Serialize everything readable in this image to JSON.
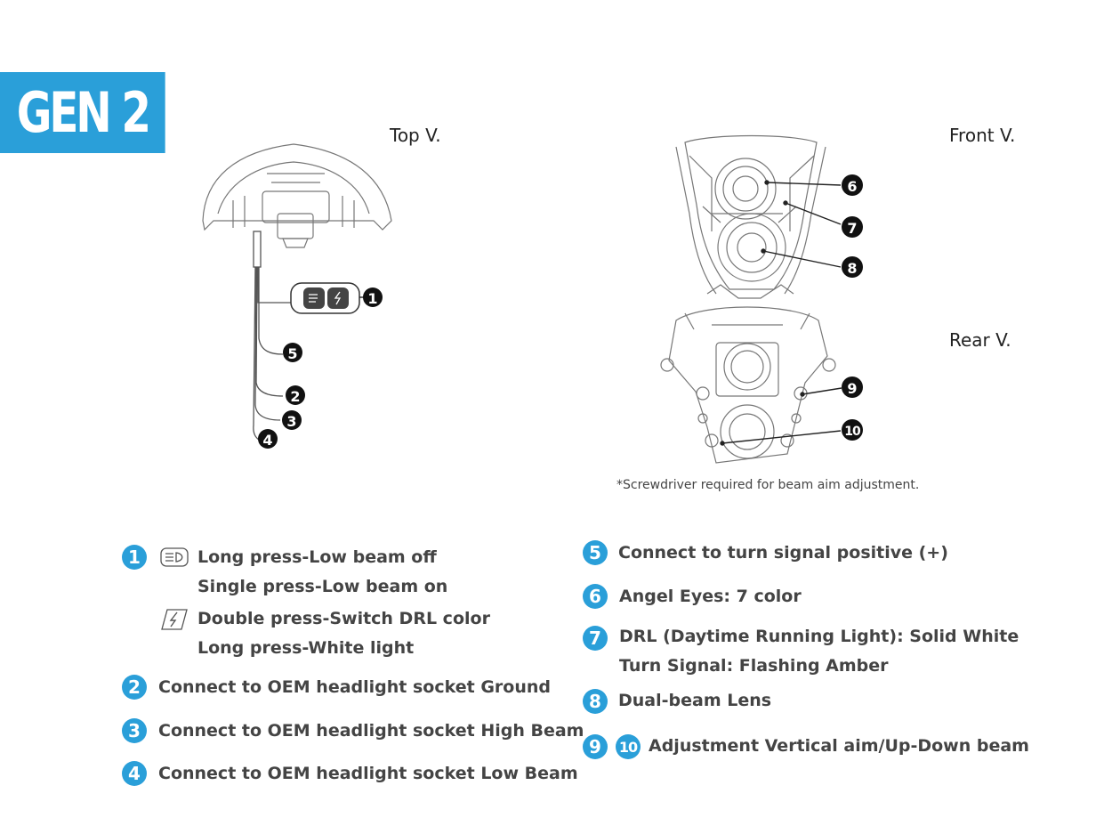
{
  "badge": "GEN 2",
  "views": {
    "top": "Top V.",
    "front": "Front V.",
    "rear": "Rear V."
  },
  "note": "*Screwdriver required for beam aim adjustment.",
  "callouts": [
    "1",
    "2",
    "3",
    "4",
    "5",
    "6",
    "7",
    "8",
    "9",
    "10"
  ],
  "legend_left": [
    {
      "num": "1",
      "lines": [
        "Long press-Low beam off",
        "Single press-Low beam on",
        "Double press-Switch DRL color",
        "Long press-White light"
      ]
    },
    {
      "num": "2",
      "text": "Connect to OEM headlight socket Ground"
    },
    {
      "num": "3",
      "text": "Connect to OEM headlight socket High Beam"
    },
    {
      "num": "4",
      "text": "Connect to OEM headlight socket Low Beam"
    }
  ],
  "legend_right": [
    {
      "num": "5",
      "text": "Connect to turn signal positive (+)"
    },
    {
      "num": "6",
      "text": "Angel Eyes: 7 color"
    },
    {
      "num": "7",
      "lines": [
        "DRL (Daytime Running Light): Solid White",
        "Turn Signal: Flashing Amber"
      ]
    },
    {
      "num": "8",
      "text": "Dual-beam Lens"
    },
    {
      "nums": [
        "9",
        "10"
      ],
      "text": "Adjustment Vertical aim/Up-Down beam"
    }
  ],
  "icons": {
    "low_beam": "low-beam-icon",
    "drl": "lightning-icon"
  },
  "colors": {
    "accent": "#2a9fd9"
  }
}
